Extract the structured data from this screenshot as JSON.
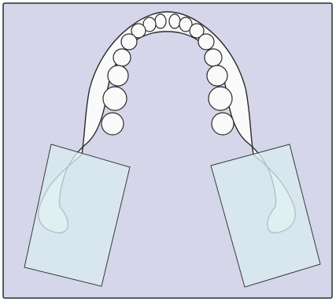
{
  "figure": {
    "subject": "mandible-occlusal-view",
    "colors": {
      "background": "#d6d6ea",
      "frame": "#2b2b2b",
      "bone_fill": "#fafafa",
      "bone_stroke": "#2a2a2a",
      "film_fill": "#d8ecf0",
      "film_fill_opacity": 0.78,
      "film_stroke": "#3a3a3a"
    },
    "teeth_per_side": 8,
    "film_count": 2
  }
}
